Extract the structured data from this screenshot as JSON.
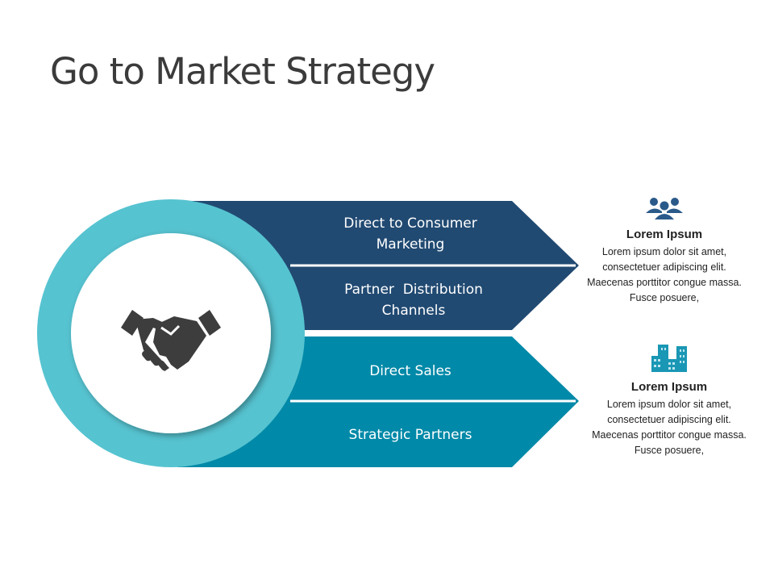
{
  "title": "Go to Market Strategy",
  "colors": {
    "dark": "#214a72",
    "teal": "#0089a8",
    "ring": "#56c3d0",
    "icon": "#3d3d3d"
  },
  "arrows": [
    {
      "label_lines": [
        "Direct to Consumer",
        "Marketing"
      ]
    },
    {
      "label_lines": [
        "Partner  Distribution",
        "Channels"
      ]
    },
    {
      "label_lines": [
        "Direct Sales"
      ]
    },
    {
      "label_lines": [
        "Strategic Partners"
      ]
    }
  ],
  "cards": [
    {
      "icon": "people-icon",
      "heading": "Lorem Ipsum",
      "text": "Lorem ipsum dolor sit amet, consectetuer adipiscing elit. Maecenas porttitor  congue massa. Fusce posuere,"
    },
    {
      "icon": "buildings-icon",
      "heading": "Lorem Ipsum",
      "text": "Lorem ipsum dolor sit amet, consectetuer adipiscing elit. Maecenas porttitor  congue massa. Fusce posuere,"
    }
  ]
}
